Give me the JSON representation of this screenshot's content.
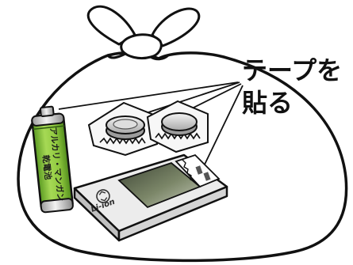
{
  "caption": {
    "line1": "テープを",
    "line2": "貼る"
  },
  "aa_battery": {
    "label_line1": "アルカリ・マンガン",
    "label_line2": "乾電池",
    "color": "#8fc83e"
  },
  "liion_battery": {
    "label": "Li-ion"
  },
  "colors": {
    "outline": "#111111",
    "bag": "#ffffff",
    "battery_green": "#8fc83e",
    "battery_green_dark": "#5a9a22",
    "metal_light": "#e6e6e6",
    "metal_mid": "#bdbdbd",
    "pack_shadow": "#bfbfbf",
    "pack_window": "#5f6a50"
  }
}
